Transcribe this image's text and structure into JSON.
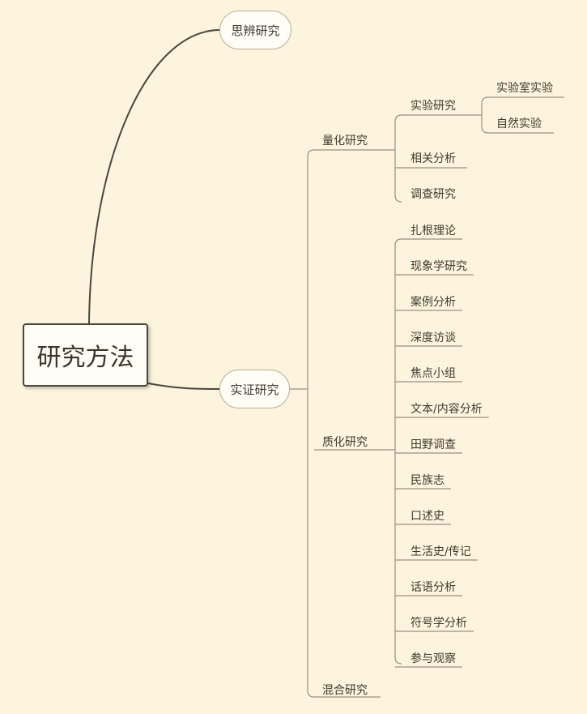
{
  "root": {
    "label": "研究方法"
  },
  "speculative": {
    "label": "思辨研究"
  },
  "empirical": {
    "label": "实证研究",
    "quantitative": {
      "label": "量化研究",
      "items": [
        "实验研究",
        "相关分析",
        "调查研究"
      ],
      "experiment": [
        "实验室实验",
        "自然实验"
      ]
    },
    "qualitative": {
      "label": "质化研究",
      "items": [
        "扎根理论",
        "现象学研究",
        "案例分析",
        "深度访谈",
        "焦点小组",
        "文本/内容分析",
        "田野调查",
        "民族志",
        "口述史",
        "生活史/传记",
        "话语分析",
        "符号学分析",
        "参与观察"
      ]
    },
    "mixed": {
      "label": "混合研究"
    }
  },
  "colors": {
    "background": "#fcf4dc",
    "main_link": "#4a4640",
    "branch_link": "#9a9080"
  }
}
